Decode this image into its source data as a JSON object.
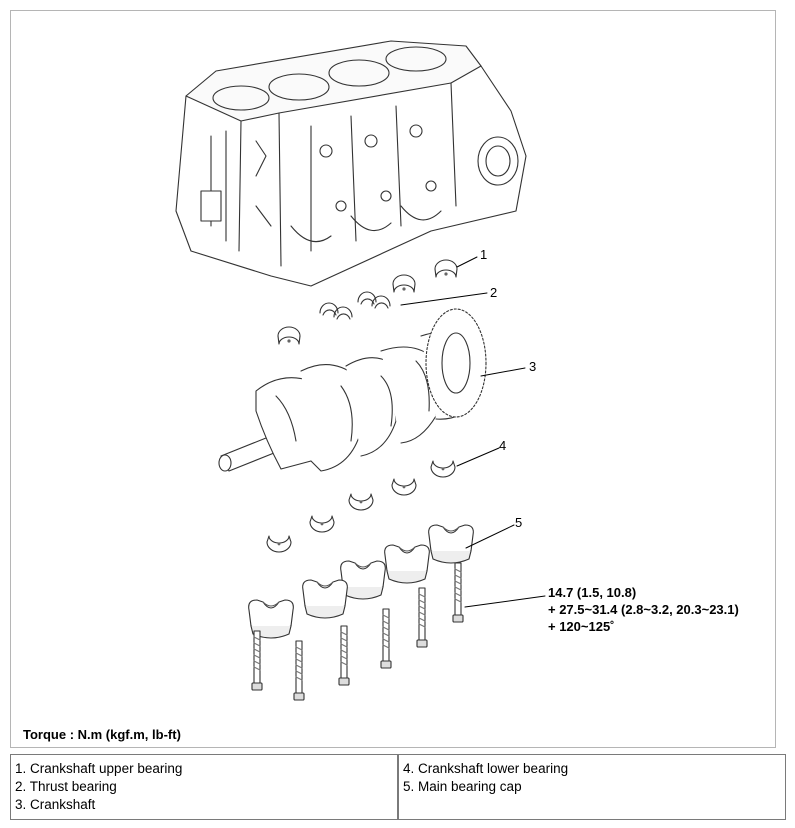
{
  "callouts": [
    "1",
    "2",
    "3",
    "4",
    "5"
  ],
  "torque_spec": {
    "line1": "14.7 (1.5, 10.8)",
    "line2": "+ 27.5~31.4 (2.8~3.2, 20.3~23.1)",
    "line3": "+ 120~125˚"
  },
  "torque_note": "Torque : N.m (kgf.m, lb-ft)",
  "legend": {
    "left": [
      "1. Crankshaft upper bearing",
      "2. Thrust bearing",
      "3. Crankshaft"
    ],
    "right": [
      "4. Crankshaft lower bearing",
      "5. Main bearing cap"
    ]
  }
}
